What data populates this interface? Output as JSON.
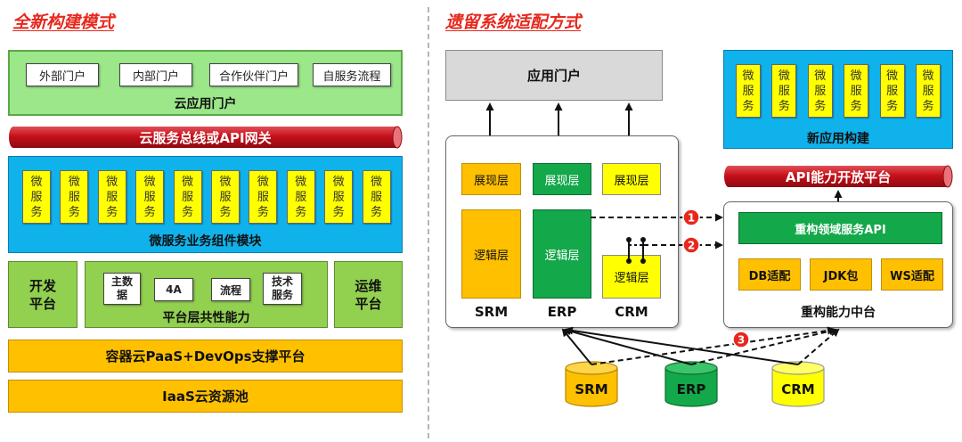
{
  "left": {
    "heading": "全新构建模式",
    "portal": {
      "items": [
        "外部门户",
        "内部门户",
        "合作伙伴门户",
        "自服务流程"
      ],
      "label": "云应用门户"
    },
    "bus_label": "云服务总线或API网关",
    "micro": {
      "cell": "微\n服\n务",
      "count": 10,
      "label": "微服务业务组件模块"
    },
    "dev_platform": "开发\n平台",
    "platform": {
      "items": [
        "主数\n据",
        "4A",
        "流程",
        "技术\n服务"
      ],
      "label": "平台层共性能力"
    },
    "ops_platform": "运维\n平台",
    "paas": "容器云PaaS+DevOps支撑平台",
    "iaas": "IaaS云资源池"
  },
  "right": {
    "heading": "遗留系统适配方式",
    "app_portal": "应用门户",
    "present": [
      "展现层",
      "展现层",
      "展现层"
    ],
    "logic": [
      "逻辑层",
      "逻辑层",
      "逻辑层"
    ],
    "systems": [
      "SRM",
      "ERP",
      "CRM"
    ],
    "new_app": {
      "cell": "微\n服\n务",
      "count": 6,
      "label": "新应用构建"
    },
    "api_platform": "API能力开放平台",
    "refactor_api": "重构领域服务API",
    "adapters": [
      "DB适配",
      "JDK包",
      "WS适配"
    ],
    "middle_platform": "重构能力中台",
    "markers": [
      "1",
      "2",
      "3"
    ],
    "databases": [
      "SRM",
      "ERP",
      "CRM"
    ]
  },
  "colors": {
    "heading_red": "#e8271c",
    "pipe_red": "#c8101a",
    "light_green": "#9be78a",
    "blue": "#10b2ec",
    "yellow": "#ffff00",
    "orange": "#ffc000",
    "dark_green": "#13a84a",
    "dev_green": "#92d050",
    "gray": "#d9d9d9"
  }
}
